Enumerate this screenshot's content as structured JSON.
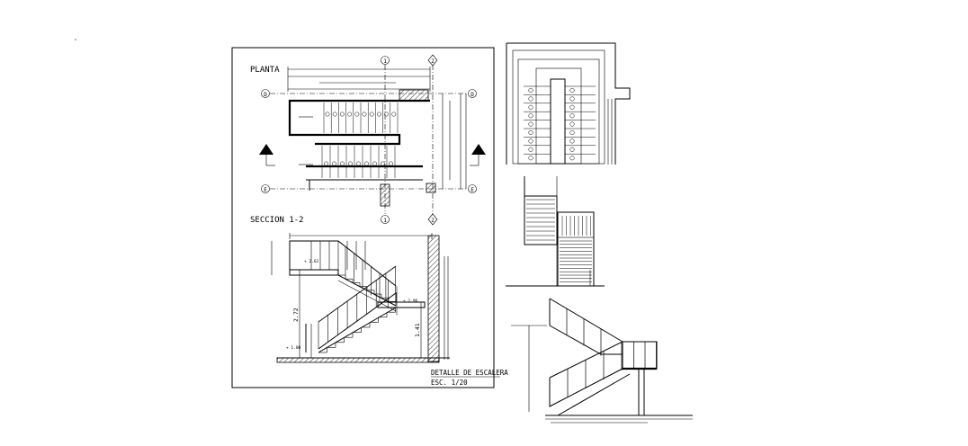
{
  "labels": {
    "planta": "PLANTA",
    "seccion": "SECCION 1-2",
    "detalle": "DETALLE DE ESCALERA",
    "escala": "ESC. 1/20",
    "grid_1": "1",
    "grid_2": "2",
    "grid_d": "D",
    "grid_e": "E",
    "level_low": "+ 1.00",
    "level_mid": "+ 2.96",
    "level_top": "+ 2.62",
    "height_total": "2.72",
    "height_lower": "1.41"
  },
  "colors": {
    "line": "#000000",
    "background": "#ffffff"
  },
  "steps": {
    "upper_flight": 10,
    "lower_flight": 9
  }
}
